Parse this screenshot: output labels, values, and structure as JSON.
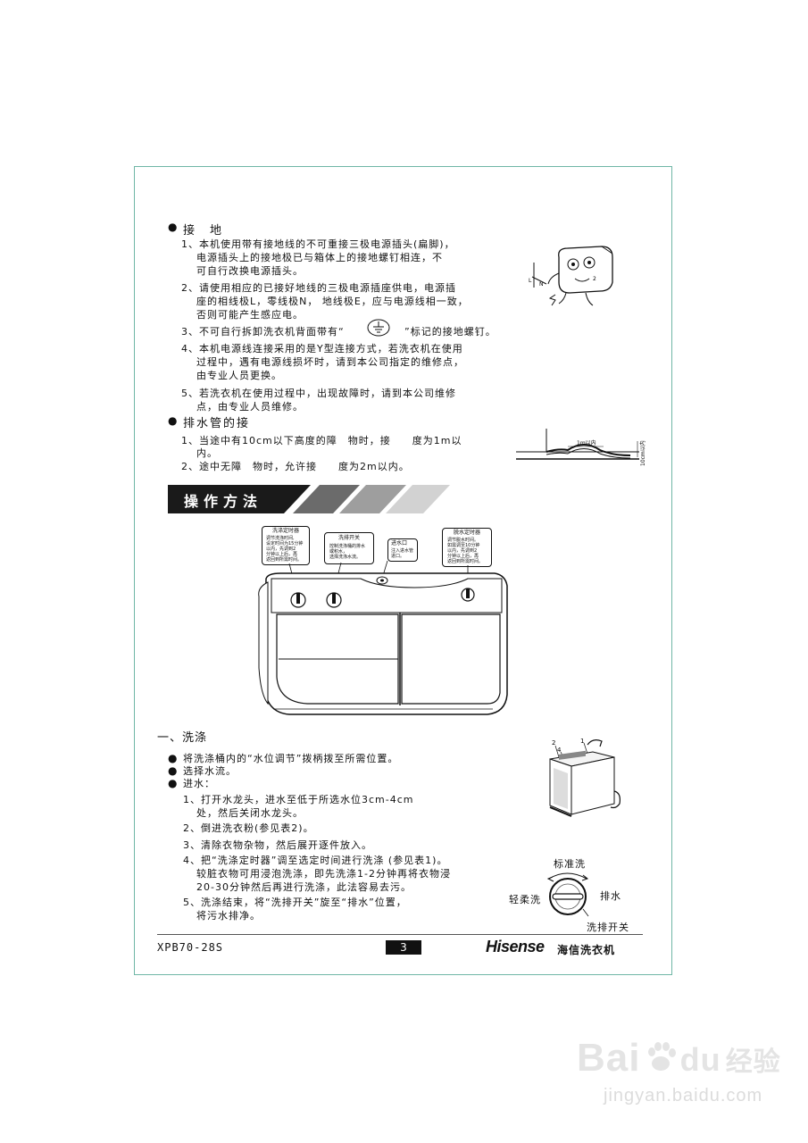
{
  "grounding": {
    "heading": "接　地",
    "items": [
      [
        "1、本机使用带有接地线的不可重接三极电源插头(扁脚)，",
        "电源插头上的接地极已与箱体上的接地螺钉相连，不",
        "可自行改换电源插头。"
      ],
      [
        "2、请使用相应的已接好地线的三极电源插座供电，电源插",
        "座的相线极L，零线极N， 地线极E，应与电源线相一致，",
        "否则可能产生感应电。"
      ],
      [
        "3、不可自行拆卸洗衣机背面带有“",
        "”标记的接地螺钉。"
      ],
      [
        "4、本机电源线连接采用的是Y型连接方式，若洗衣机在使用",
        "过程中，遇有电源线损坏时，请到本公司指定的维修点，",
        "由专业人员更换。"
      ],
      [
        "5、若洗衣机在使用过程中，出现故障时，请到本公司维修",
        "点，由专业人员维修。"
      ]
    ],
    "figure_labels": [
      "L",
      "N",
      "2"
    ]
  },
  "drain": {
    "heading": "排水管的接",
    "items": [
      [
        "1、当途中有10cm以下高度的障　物时，接　　度为1m以",
        "内。"
      ],
      [
        "2、途中无障　物时，允许接　　度为2m以内。"
      ]
    ],
    "figure_labels": [
      "1m以内",
      "10cm以内"
    ]
  },
  "banner": {
    "title": "操作方法"
  },
  "panel": {
    "callouts": [
      {
        "title": "洗涤定时器",
        "lines": [
          "调节洗涤时间,",
          "设定时间为15分钟",
          "以内，先调到2",
          "分钟以上后，再",
          "返回到所需时间。"
        ]
      },
      {
        "title": "洗排开关",
        "lines": [
          "控制洗涤桶的排水",
          "或积水，",
          "选择洗涤水流。"
        ]
      },
      {
        "title": "进水口",
        "lines": [
          "注入进水管",
          "进口。"
        ]
      },
      {
        "title": "脱水定时器",
        "lines": [
          "调节脱水时间。",
          "如需调至10分钟",
          "以内，先调到2",
          "分钟以上后，再",
          "返回到所需时间。"
        ]
      }
    ]
  },
  "washing": {
    "heading": "一、洗涤",
    "bullets": [
      "将洗涤桶内的“水位调节”拨柄拨至所需位置。",
      "选择水流。",
      "进水："
    ],
    "steps": [
      [
        "1、打开水龙头，进水至低于所选水位3cm-4cm",
        "处，然后关闭水龙头。"
      ],
      [
        "2、倒进洗衣粉(参见表2)。"
      ],
      [
        "3、清除衣物杂物，然后展开逐件放入。"
      ],
      [
        "4、把“洗涤定时器”调至选定时间进行洗涤 (参见表1)。",
        "较脏衣物可用浸泡洗涤，即先洗涤1-2分钟再将衣物浸",
        "20-30分钟然后再进行洗涤，此法容易去污。"
      ],
      [
        "5、洗涤结束，将“洗排开关”旋至“排水”位置，",
        "将污水排净。"
      ]
    ],
    "machine_labels": [
      "2",
      "4",
      "1"
    ],
    "dial": {
      "top": "标准洗",
      "left": "轻柔洗",
      "right": "排水",
      "bottom": "洗排开关"
    }
  },
  "footer": {
    "model": "XPB70-28S",
    "page": "3",
    "brand": "Hisense",
    "brand_cn": "海信洗衣机"
  },
  "watermark": {
    "logo": "Bai",
    "logo2": "du",
    "logo_cn": "经验",
    "url": "jingyan.baidu.com"
  }
}
